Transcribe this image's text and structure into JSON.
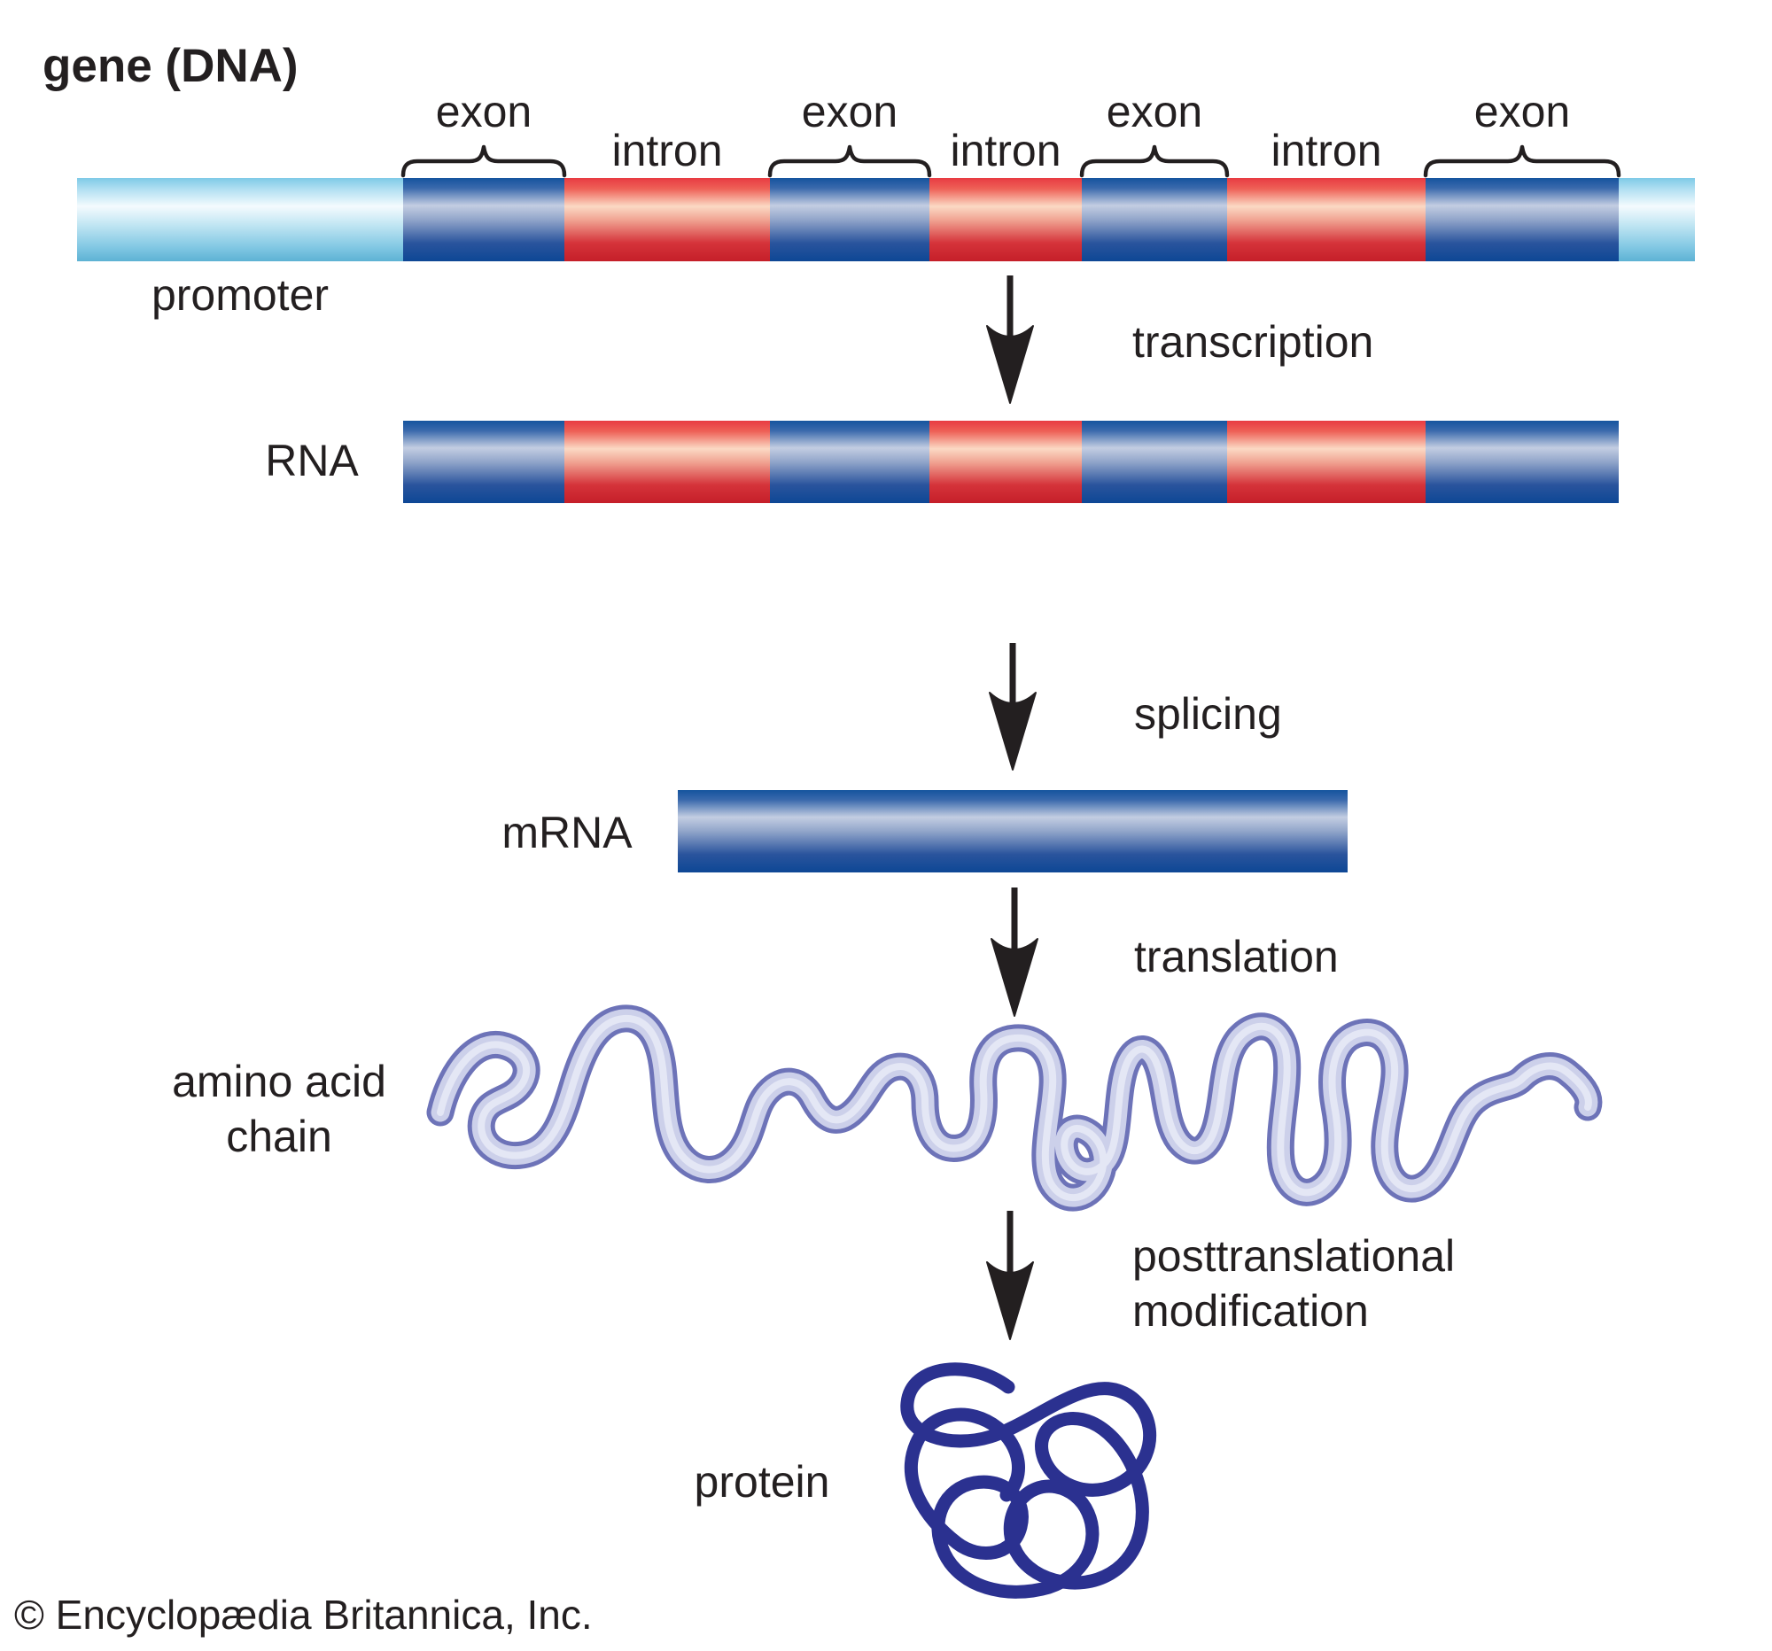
{
  "title": "gene (DNA)",
  "copyright": "© Encyclopædia Britannica, Inc.",
  "dna": {
    "promoter_label": "promoter",
    "segments": [
      "promoter",
      "exon",
      "intron",
      "exon",
      "intron",
      "exon",
      "intron",
      "exon",
      "flank"
    ]
  },
  "rna": {
    "label": "RNA",
    "segments": [
      "exon",
      "intron",
      "exon",
      "intron",
      "exon",
      "intron",
      "exon"
    ]
  },
  "mrna": {
    "label": "mRNA"
  },
  "segment_labels": {
    "exon": "exon",
    "intron": "intron"
  },
  "steps": [
    {
      "label": "transcription"
    },
    {
      "label": "splicing"
    },
    {
      "label": "translation"
    },
    {
      "label": "posttranslational\nmodification"
    }
  ],
  "amino_acid_chain": {
    "label": "amino acid\nchain"
  },
  "protein": {
    "label": "protein"
  },
  "colors": {
    "ink": "#231f20",
    "promoter_top": "#7ecae7",
    "promoter_mid": "#f4fbfe",
    "promoter_bottom": "#5db2d4",
    "exon_top": "#15549e",
    "exon_mid": "#c3cde2",
    "exon_bottom": "#0d4795",
    "intron_top": "#e83b42",
    "intron_mid": "#fbd9c4",
    "intron_bottom": "#c51f29",
    "chain_outline": "#6d73b8",
    "chain_fill": "#ccd0ea",
    "chain_highlight": "#e7e9f6",
    "protein": "#2b3190"
  }
}
